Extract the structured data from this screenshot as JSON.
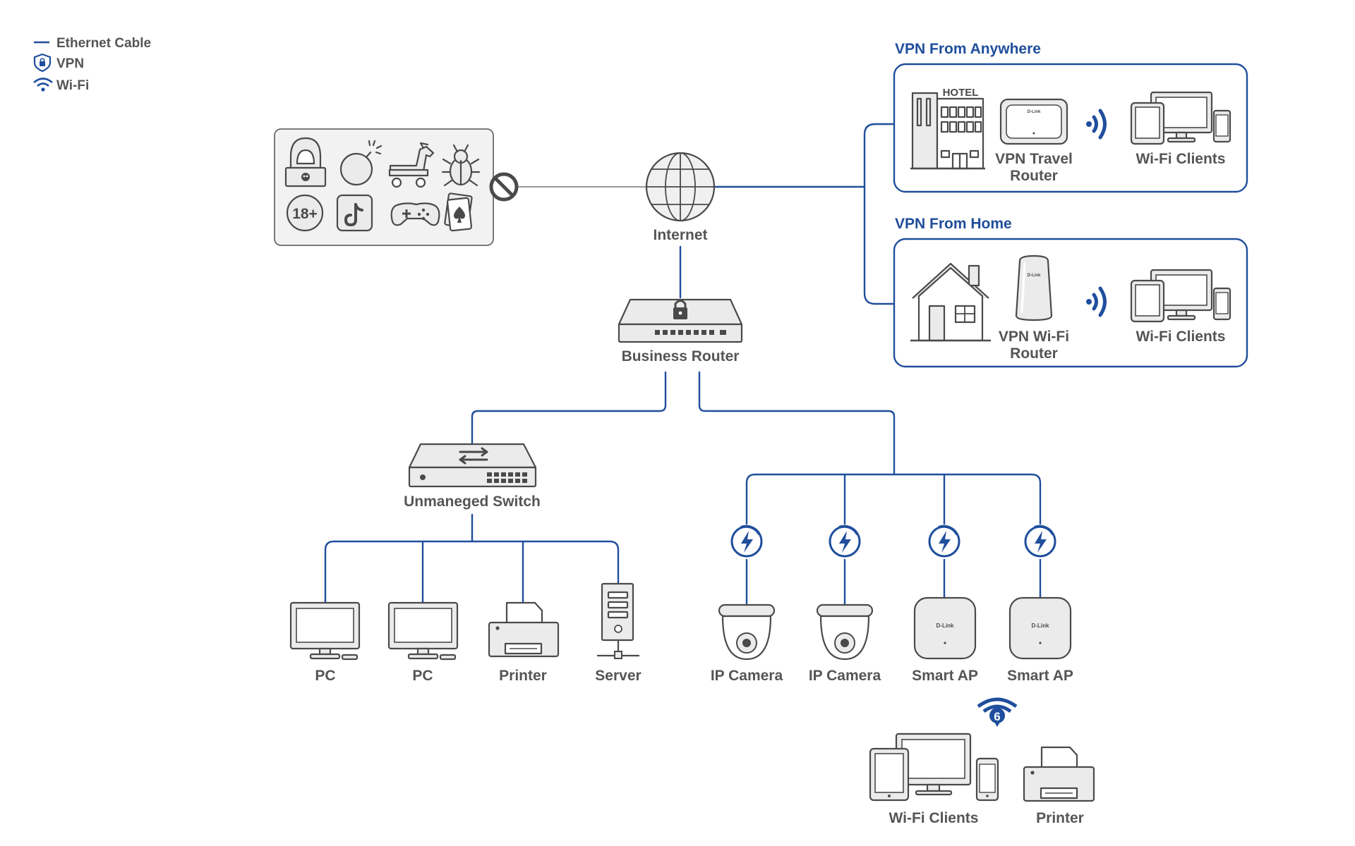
{
  "legend": {
    "ethernet": "Ethernet Cable",
    "vpn": "VPN",
    "wifi": "Wi-Fi"
  },
  "groups": {
    "vpn_anywhere": "VPN From Anywhere",
    "vpn_home": "VPN From Home"
  },
  "nodes": {
    "hotel_sign": "HOTEL",
    "internet": "Internet",
    "business_router": "Business Router",
    "switch": "Unmaneged Switch",
    "pc1": "PC",
    "pc2": "PC",
    "printer1": "Printer",
    "server": "Server",
    "ipcam1": "IP Camera",
    "ipcam2": "IP Camera",
    "ap1": "Smart AP",
    "ap2": "Smart AP",
    "wifi_clients_bottom": "Wi-Fi Clients",
    "printer2": "Printer",
    "travel_router_l1": "VPN Travel",
    "travel_router_l2": "Router",
    "wifi_clients_top": "Wi-Fi Clients",
    "home_router_l1": "VPN Wi-Fi",
    "home_router_l2": "Router",
    "wifi_clients_home": "Wi-Fi Clients",
    "blocked_18": "18+",
    "brand1": "D-Link",
    "brand2": "D-Link",
    "brand3": "D-Link",
    "brand4": "D-Link",
    "wifi6_badge": "6"
  },
  "colors": {
    "accent": "#1f4e9c",
    "gray": "#4a4a4a",
    "label": "#555555"
  }
}
